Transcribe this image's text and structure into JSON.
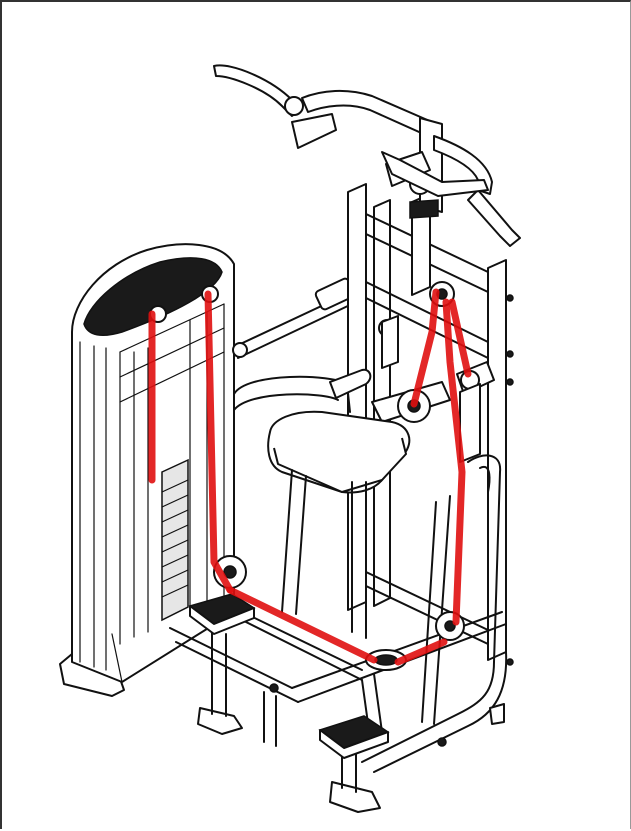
{
  "colors": {
    "cable": "#e01010",
    "line": "#111111",
    "frame_border": "#333333",
    "background": "#ffffff"
  },
  "icons": [
    "weight-stack",
    "pulley",
    "seat-pad",
    "foot-platform",
    "pull-up-handles"
  ]
}
